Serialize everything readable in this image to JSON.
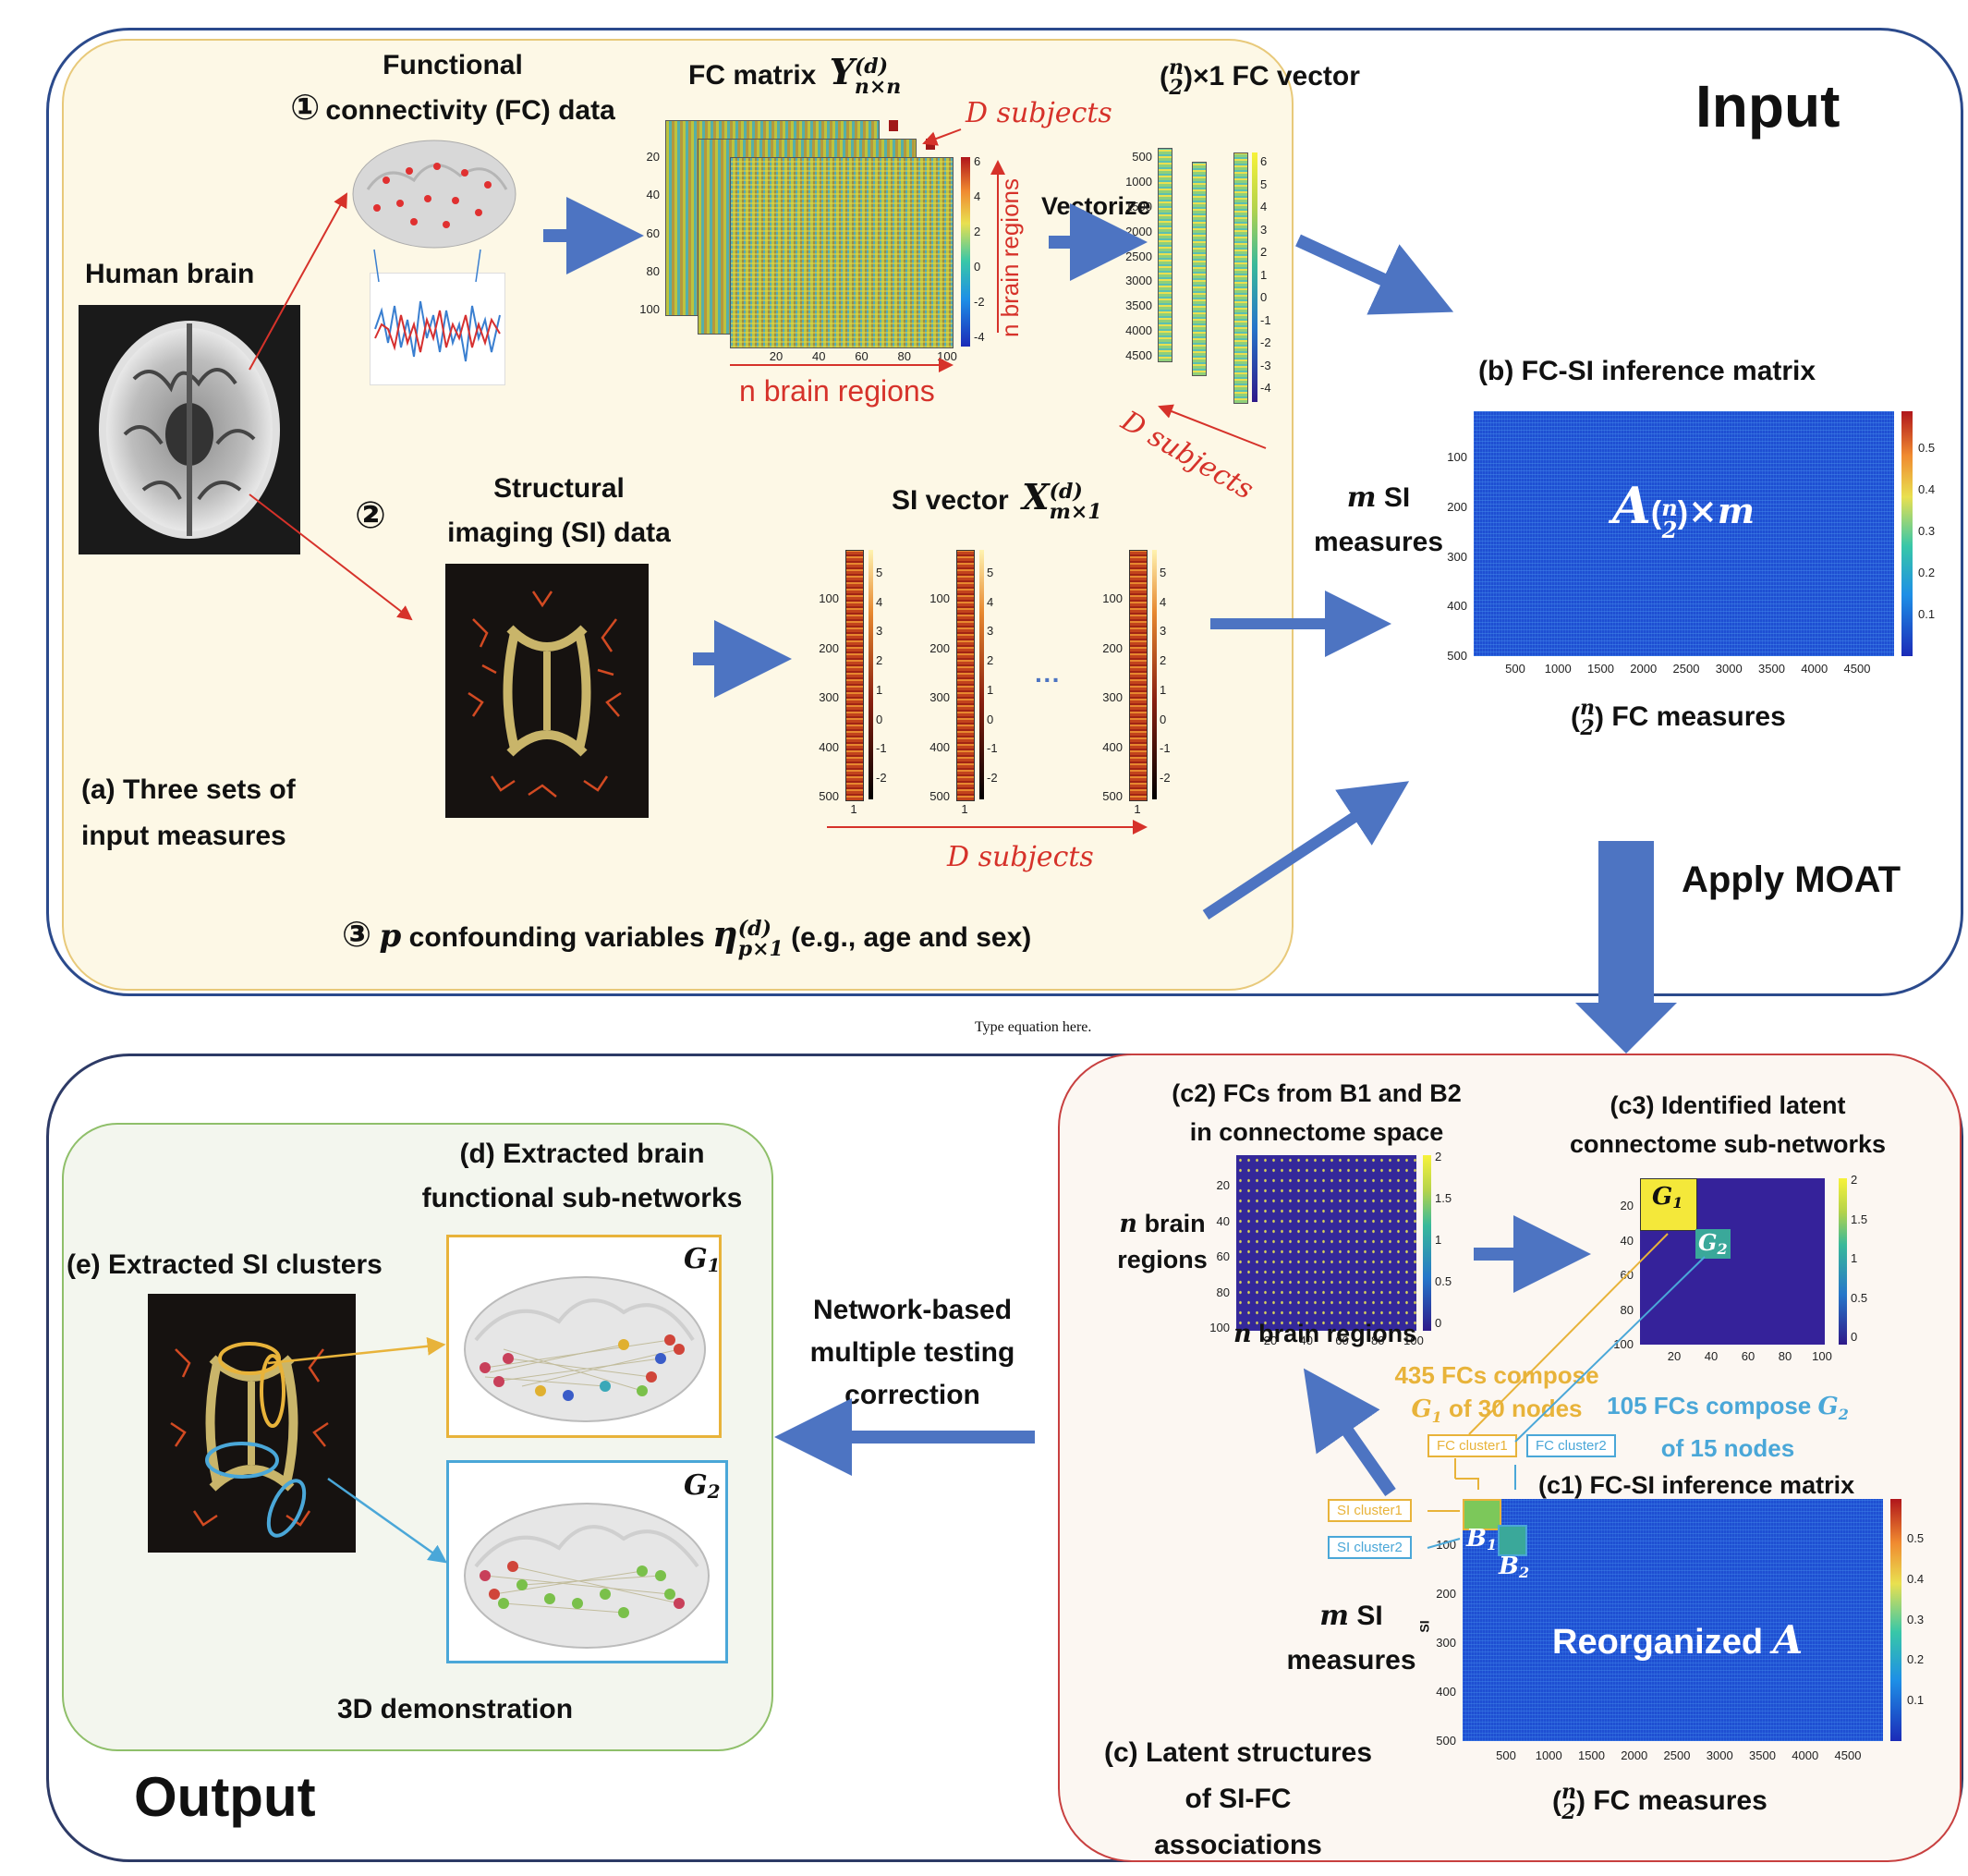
{
  "input_section": {
    "title": "Input",
    "fc_data_label_line1": "Functional",
    "fc_data_label_line2": "connectivity (FC) data",
    "fc_circled": "①",
    "human_brain": "Human brain",
    "fc_matrix_label": "FC matrix",
    "fc_matrix_symbol": "Y",
    "fc_matrix_sup": "(d)",
    "fc_matrix_sub": "n×n",
    "d_subjects": "D subjects",
    "n_brain_regions_v": "n brain regions",
    "n_brain_regions_h": "n brain regions",
    "vectorize": "Vectorize",
    "fc_vector_label": "×1 FC vector",
    "binom_top": "n",
    "binom_bottom": "2",
    "fc_vec_subjects": "D subjects",
    "si_circled": "②",
    "si_label_line1": "Structural",
    "si_label_line2": "imaging (SI) data",
    "si_vector_label": "SI vector",
    "si_vector_symbol": "X",
    "si_vector_sup": "(d)",
    "si_vector_sub": "m×1",
    "si_subjects": "D subjects",
    "ellipsis": "···",
    "panel_a_line1": "(a) Three sets of",
    "panel_a_line2": "input measures",
    "confound_circled": "③",
    "confound_p": "p",
    "confound_text": "confounding variables",
    "confound_symbol": "η",
    "confound_sup": "(d)",
    "confound_sub": "p×1",
    "confound_tail": "(e.g., age and sex)",
    "m_si_line1": "SI",
    "m_si_m": "m",
    "m_si_line2": "measures",
    "panel_b": "(b) FC-SI inference matrix",
    "a_symbol": "A",
    "a_sub_tail": "×m",
    "fc_measures": "FC measures",
    "apply_moat": "Apply MOAT"
  },
  "stray_text": "Type equation here.",
  "output_section": {
    "title": "Output",
    "panel_d_line1": "(d) Extracted brain",
    "panel_d_line2": "functional sub-networks",
    "panel_e": "(e) Extracted SI clusters",
    "g1": "G",
    "g1_sub": "1",
    "g2": "G",
    "g2_sub": "2",
    "demo_3d": "3D demonstration",
    "correction_line1": "Network-based",
    "correction_line2": "multiple testing",
    "correction_line3": "correction"
  },
  "latent_section": {
    "panel_c2_line1": "(c2) FCs from B1 and B2",
    "panel_c2_line2": "in connectome space",
    "n_brain_line1": "brain",
    "n_letter": "n",
    "n_brain_line2": "regions",
    "n_brain_regions_h": "brain regions",
    "panel_c3_line1": "(c3) Identified latent",
    "panel_c3_line2": "connectome sub-networks",
    "compose1_line1": "435 FCs compose",
    "compose1_line2": "of 30 nodes",
    "compose2_line1": "105 FCs compose",
    "compose2_line2": "of 15 nodes",
    "fc_cluster1": "FC cluster1",
    "fc_cluster2": "FC cluster2",
    "si_cluster1": "SI cluster1",
    "si_cluster2": "SI cluster2",
    "panel_c1": "(c1) FC-SI inference matrix",
    "b1": "B",
    "b1_sub": "1",
    "b2": "B",
    "b2_sub": "2",
    "reorganized": "Reorganized",
    "reorganized_a": "A",
    "m_si_m": "m",
    "m_si_line1": "SI",
    "m_si_line2": "measures",
    "si_axis": "SI",
    "fc_measures": "FC measures",
    "panel_c_line1": "(c) Latent structures",
    "panel_c_line2": "of SI-FC",
    "panel_c_line3": "associations"
  },
  "ticks": {
    "fc_small_y": [
      "20",
      "40",
      "60",
      "80",
      "100"
    ],
    "fc_big_x": [
      "20",
      "40",
      "60",
      "80",
      "100"
    ],
    "fc_big_cb": [
      "6",
      "4",
      "2",
      "0",
      "-2",
      "-4"
    ],
    "fc_vec_y": [
      "500",
      "1000",
      "1500",
      "2000",
      "2500",
      "3000",
      "3500",
      "4000",
      "4500"
    ],
    "fc_vec_cb": [
      "6",
      "5",
      "4",
      "3",
      "2",
      "1",
      "0",
      "-1",
      "-2",
      "-3",
      "-4"
    ],
    "si_y": [
      "100",
      "200",
      "300",
      "400",
      "500"
    ],
    "si_cb": [
      "5",
      "4",
      "3",
      "2",
      "1",
      "0",
      "-1",
      "-2"
    ],
    "si_x": "1",
    "b_y": [
      "100",
      "200",
      "300",
      "400",
      "500"
    ],
    "b_x": [
      "500",
      "1000",
      "1500",
      "2000",
      "2500",
      "3000",
      "3500",
      "4000",
      "4500"
    ],
    "b_cb": [
      "0.5",
      "0.4",
      "0.3",
      "0.2",
      "0.1"
    ],
    "c2_y": [
      "20",
      "40",
      "60",
      "80",
      "100"
    ],
    "c2_x": [
      "20",
      "40",
      "60",
      "80",
      "100"
    ],
    "c2_cb": [
      "2",
      "1.5",
      "1",
      "0.5",
      "0"
    ],
    "c1_y": [
      "100",
      "200",
      "300",
      "400",
      "500"
    ],
    "c1_x": [
      "500",
      "1000",
      "1500",
      "2000",
      "2500",
      "3000",
      "3500",
      "4000",
      "4500"
    ],
    "c1_cb": [
      "0.5",
      "0.4",
      "0.3",
      "0.2",
      "0.1"
    ]
  },
  "colors": {
    "input_border": "#2b4a8c",
    "output_border": "#2d3a66",
    "latent_border": "#c84040",
    "panel_a_bg": "#fdf8e6",
    "panel_a_border": "#e8c97a",
    "output_inner_bg": "#f3f6ee",
    "output_inner_border": "#8fbf6a",
    "latent_bg": "#fcf7f2",
    "arrow_blue": "#4d74c2",
    "red": "#d6322a",
    "gold": "#e8b33a",
    "cyan": "#4aa7d8"
  }
}
